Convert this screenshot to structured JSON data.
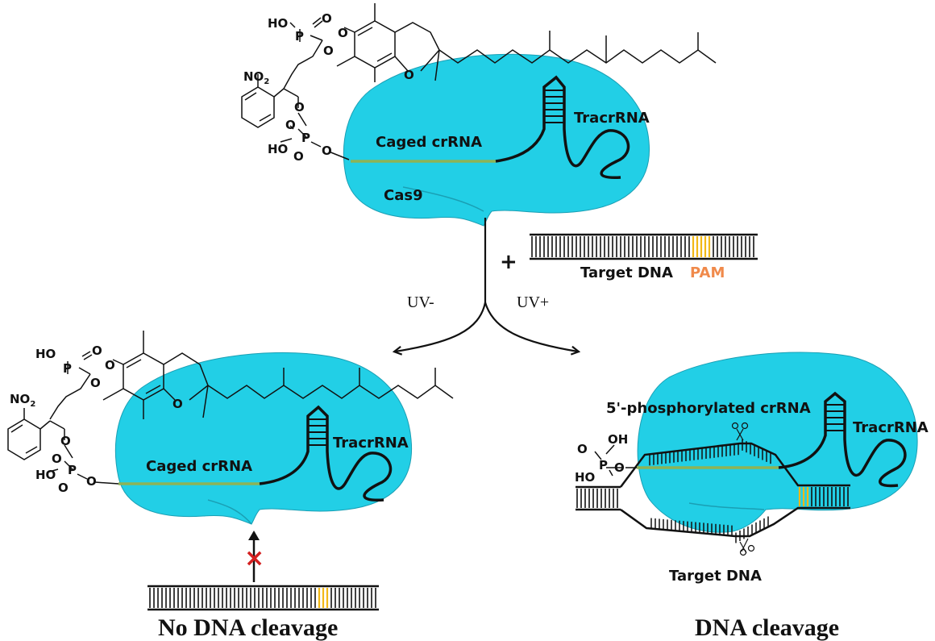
{
  "colors": {
    "protein": "#22cfe6",
    "protein_edge": "#1a9fb4",
    "crRNA": "#8db356",
    "pam": "#f2b816",
    "pam_text": "#f08a4b",
    "blocked": "#d42020",
    "ink": "#111111"
  },
  "top": {
    "crrna_label": "Caged crRNA",
    "tracr_label": "TracrRNA",
    "protein_label": "Cas9",
    "chem": {
      "phosphate_oh": "HO",
      "phosphate_p": "P",
      "phosphate_o1": "O",
      "phosphate_o2": "O",
      "ester_o": "O",
      "nitro": "NO",
      "nitro_sub": "2",
      "ester2_o": "O",
      "p2_o1": "O",
      "p2": "P",
      "p2_o2": "O",
      "p2_oh": "HO",
      "p2_link_o": "O",
      "ring_o": "O"
    }
  },
  "reagent": {
    "plus": "+",
    "dna_label": "Target DNA",
    "pam_label": "PAM"
  },
  "branches": {
    "left": "UV-",
    "right": "UV+"
  },
  "left_panel": {
    "crrna_label": "Caged crRNA",
    "tracr_label": "TracrRNA",
    "blocked_mark": "×",
    "outcome": "No DNA cleavage",
    "chem": {
      "phosphate_oh": "HO",
      "phosphate_p": "P",
      "phosphate_o1": "O",
      "phosphate_o2": "O",
      "ester_o": "O",
      "nitro": "NO",
      "nitro_sub": "2",
      "ester2_o": "O",
      "p2_o1": "O",
      "p2": "P",
      "p2_o2": "O",
      "p2_oh": "HO",
      "p2_link_o": "O",
      "ring_o": "O"
    }
  },
  "right_panel": {
    "crrna_label": "5'-phosphorylated crRNA",
    "tracr_label": "TracrRNA",
    "dna_label": "Target DNA",
    "outcome": "DNA cleavage",
    "chem": {
      "oh_top": "OH",
      "p": "P",
      "o_left": "O",
      "ho": "HO",
      "o_link": "O"
    }
  }
}
